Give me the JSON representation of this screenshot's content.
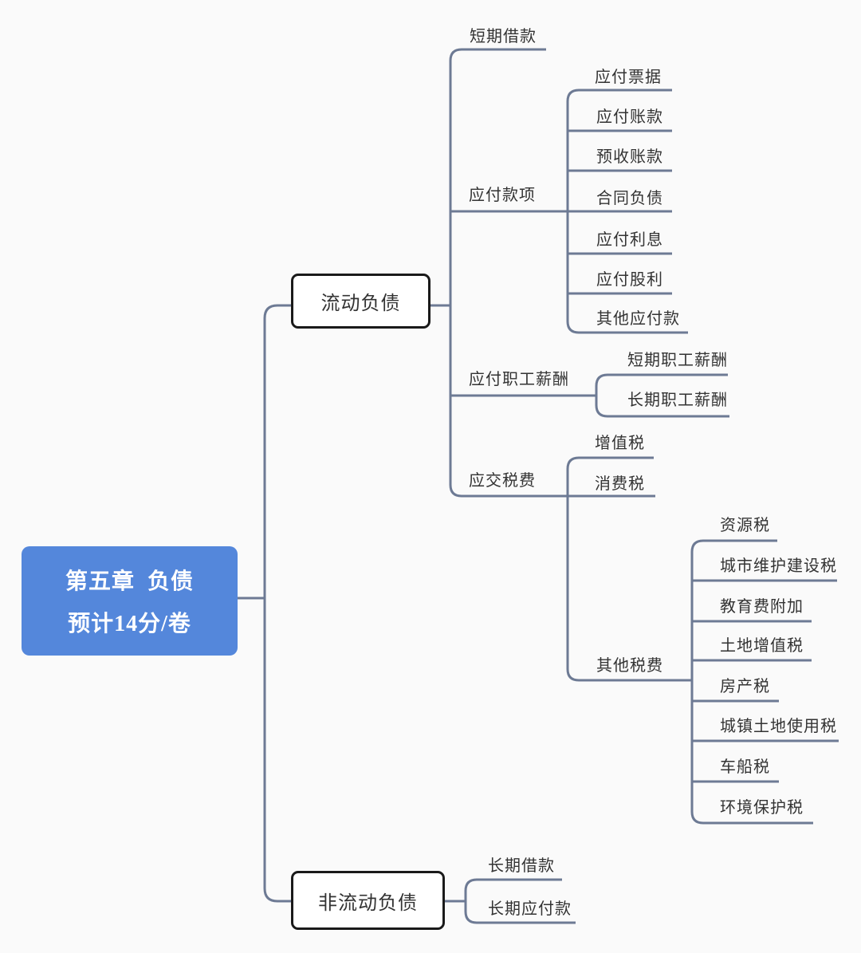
{
  "title_node": {
    "line1": "第五章  负债",
    "line2": "预计14分/卷"
  },
  "branches": {
    "current": {
      "label": "流动负债",
      "children": [
        {
          "label": "短期借款"
        },
        {
          "label": "应付款项",
          "children": [
            {
              "label": "应付票据"
            },
            {
              "label": "应付账款"
            },
            {
              "label": "预收账款"
            },
            {
              "label": "合同负债"
            },
            {
              "label": "应付利息"
            },
            {
              "label": "应付股利"
            },
            {
              "label": "其他应付款"
            }
          ]
        },
        {
          "label": "应付职工薪酬",
          "children": [
            {
              "label": "短期职工薪酬"
            },
            {
              "label": "长期职工薪酬"
            }
          ]
        },
        {
          "label": "应交税费",
          "children": [
            {
              "label": "增值税"
            },
            {
              "label": "消费税"
            },
            {
              "label": "其他税费",
              "children": [
                {
                  "label": "资源税"
                },
                {
                  "label": "城市维护建设税"
                },
                {
                  "label": "教育费附加"
                },
                {
                  "label": "土地增值税"
                },
                {
                  "label": "房产税"
                },
                {
                  "label": "城镇土地使用税"
                },
                {
                  "label": "车船税"
                },
                {
                  "label": "环境保护税"
                }
              ]
            }
          ]
        }
      ]
    },
    "noncurrent": {
      "label": "非流动负债",
      "children": [
        {
          "label": "长期借款"
        },
        {
          "label": "长期应付款"
        }
      ]
    }
  },
  "colors": {
    "root_fill": "#5487DB",
    "root_text": "#ffffff",
    "line": "#6d7a94",
    "box_border": "#1a1a1a",
    "text": "#333333",
    "background": "#fafafa"
  }
}
